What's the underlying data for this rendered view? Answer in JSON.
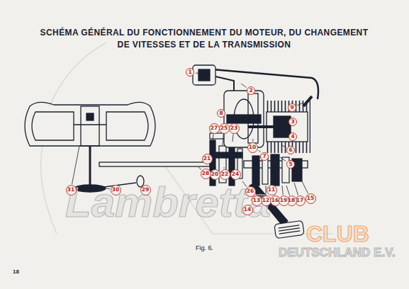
{
  "diagram": {
    "title": "SCHÉMA GÉNÉRAL DU FONCTIONNEMENT DU MOTEUR, DU CHANGEMENT DE VITESSES ET DE LA TRANSMISSION",
    "caption": "Fig. 6.",
    "nodes": [
      {
        "text": [
          "1"
        ]
      },
      {
        "text": [
          "2"
        ]
      },
      {
        "text": [
          "3"
        ]
      },
      {
        "text": [
          "4"
        ]
      },
      {
        "text": [
          "5"
        ]
      },
      {
        "text": [
          "6"
        ]
      },
      {
        "text": [
          "7"
        ]
      },
      {
        "text": [
          "8"
        ]
      },
      {
        "text": [
          "9"
        ]
      },
      {
        "text": [
          "10"
        ]
      },
      {
        "text": [
          "11"
        ]
      },
      {
        "text": [
          "12"
        ]
      },
      {
        "text": [
          "13"
        ]
      },
      {
        "text": [
          "14"
        ]
      },
      {
        "text": [
          "15"
        ]
      },
      {
        "text": [
          "16"
        ]
      },
      {
        "text": [
          "17"
        ]
      },
      {
        "text": [
          "18"
        ]
      },
      {
        "text": [
          "19"
        ]
      },
      {
        "text": [
          "20"
        ]
      },
      {
        "text": [
          "21"
        ]
      },
      {
        "text": [
          "22"
        ]
      },
      {
        "text": [
          "23"
        ]
      },
      {
        "text": [
          "24"
        ]
      },
      {
        "text": [
          "25"
        ]
      },
      {
        "text": [
          "26"
        ]
      },
      {
        "text": [
          "27"
        ]
      },
      {
        "text": [
          "28"
        ]
      },
      {
        "text": [
          "29"
        ]
      },
      {
        "text": [
          "30"
        ]
      },
      {
        "text": [
          "31"
        ]
      }
    ],
    "labels": [
      "18",
      "Lambretta",
      "CLUB",
      "DEUTSCHLAND E.V."
    ]
  }
}
